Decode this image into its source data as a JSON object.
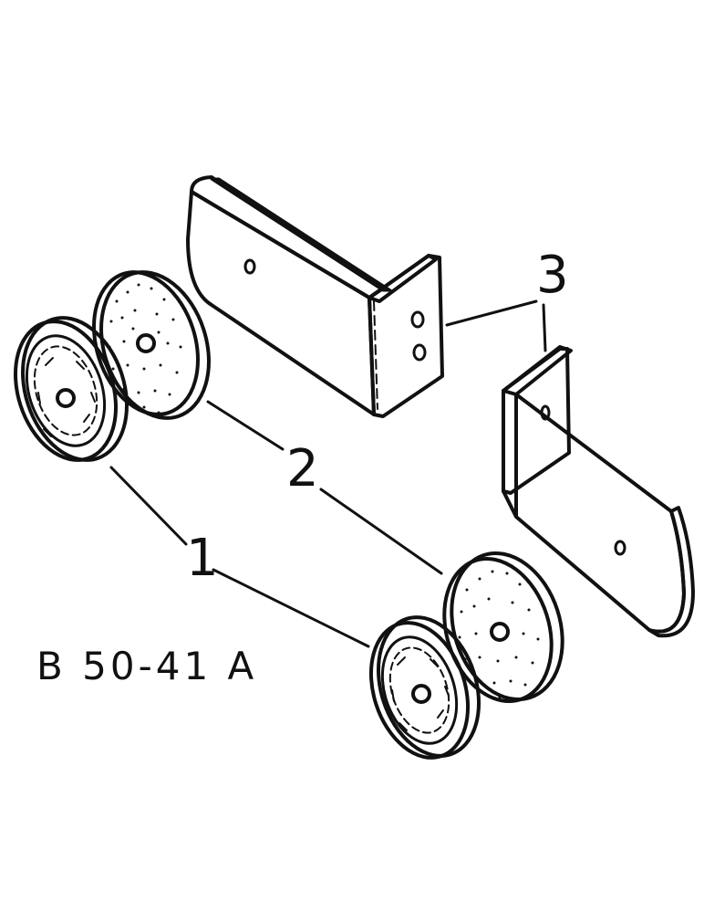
{
  "callouts": {
    "one": "1",
    "two": "2",
    "three": "3"
  },
  "drawing_code": "B 50-41 A",
  "colors": {
    "ink": "#111111",
    "paper": "#ffffff"
  }
}
